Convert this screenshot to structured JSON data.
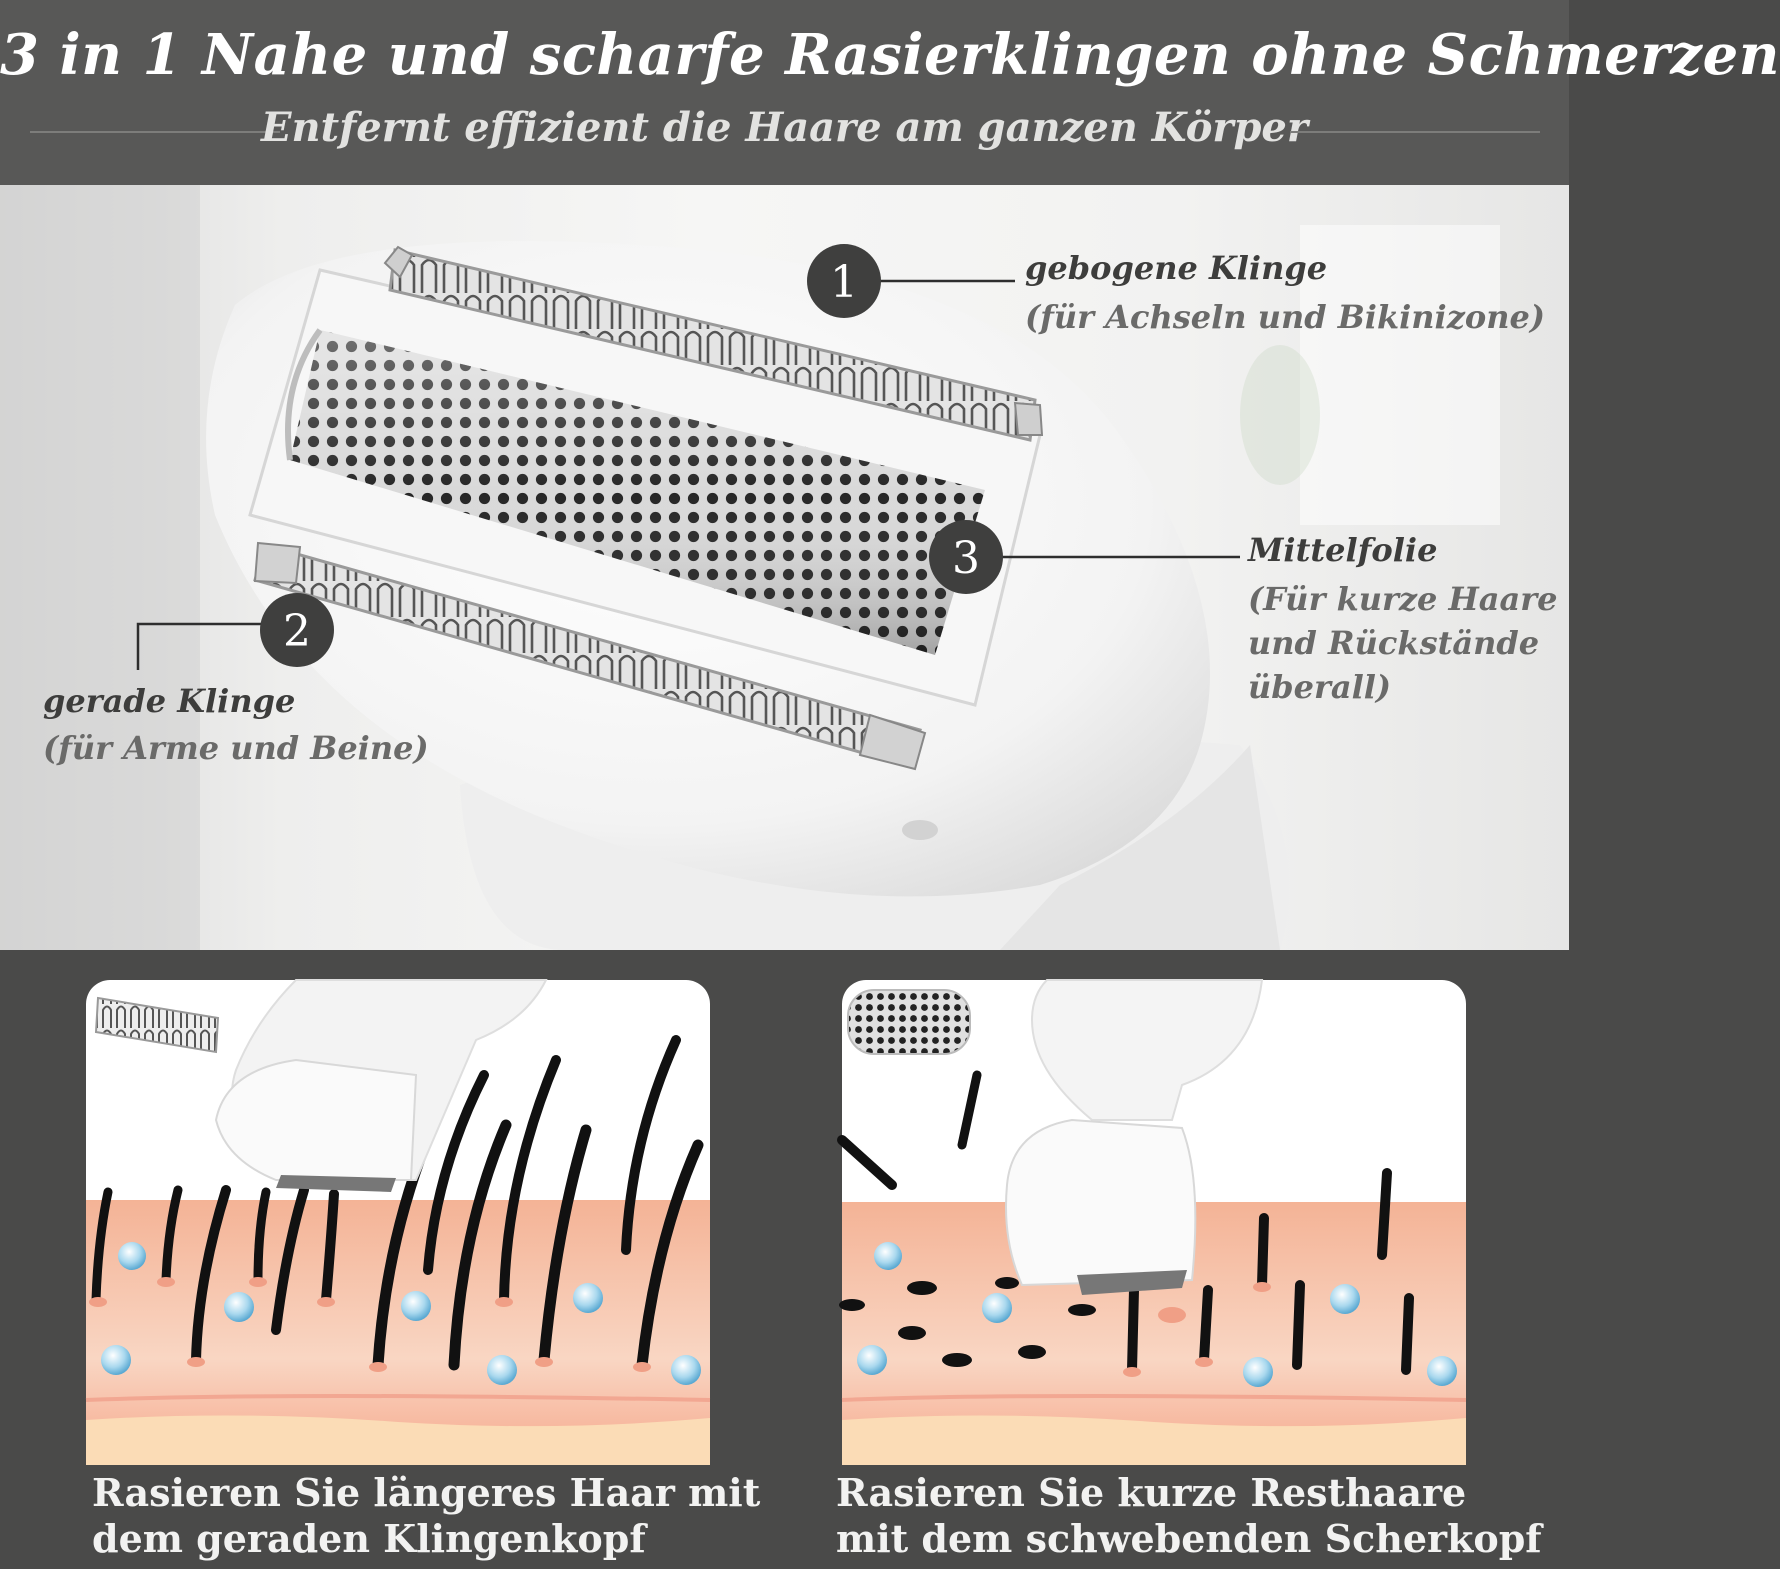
{
  "header": {
    "title": "3 in 1 Nahe und scharfe Rasierklingen ohne Schmerzen",
    "subtitle": "Entfernt effizient die Haare am ganzen Körper"
  },
  "callouts": [
    {
      "number": "1",
      "title": "gebogene Klinge",
      "lines": [
        "(für Achseln und Bikinizone)"
      ]
    },
    {
      "number": "2",
      "title": "gerade Klinge",
      "lines": [
        "(für Arme und Beine)"
      ]
    },
    {
      "number": "3",
      "title": "Mittelfolie",
      "lines": [
        "(Für kurze Haare",
        "und Rückstände",
        "überall)"
      ]
    }
  ],
  "panels": [
    {
      "caption_lines": [
        "Rasieren Sie längeres Haar mit",
        "dem geraden Klingenkopf"
      ]
    },
    {
      "caption_lines": [
        "Rasieren Sie kurze Resthaare",
        "mit dem schwebenden Scherkopf"
      ]
    }
  ],
  "colors": {
    "header_bg": "#585857",
    "section_bg": "#4a4a49",
    "badge": "#3f3f3e",
    "skin": "#f6c6ad",
    "hair": "#111111"
  }
}
